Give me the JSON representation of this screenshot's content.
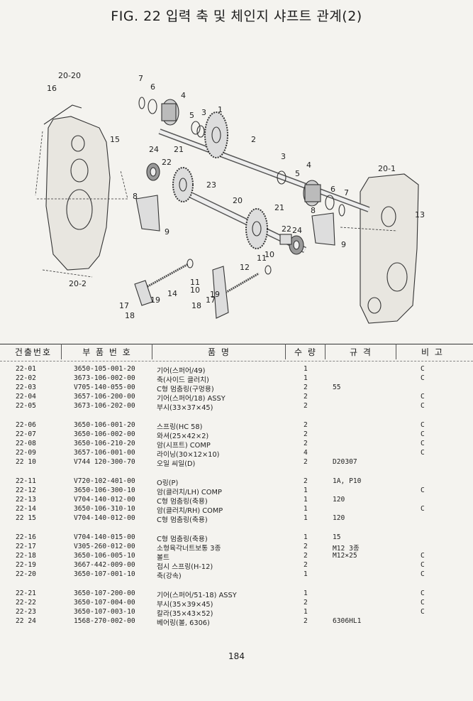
{
  "title": "FIG. 22 입력 축 및 체인지 샤프트 관계(2)",
  "diagram": {
    "callouts": [
      "20-20",
      "16",
      "7",
      "6",
      "4",
      "5",
      "3",
      "1",
      "2",
      "15",
      "24",
      "21",
      "22",
      "3",
      "4",
      "5",
      "6",
      "7",
      "20-1",
      "23",
      "8",
      "20",
      "9",
      "21",
      "22",
      "24",
      "8",
      "13",
      "9",
      "11",
      "10",
      "12",
      "11",
      "10",
      "20-2",
      "14",
      "19",
      "17",
      "18",
      "19",
      "17",
      "18"
    ]
  },
  "table": {
    "headers": [
      "건출번호",
      "부 품 번 호",
      "품 명",
      "수 량",
      "규 격",
      "비 고"
    ],
    "groups": [
      [
        {
          "no": "22-01",
          "pn": "3650-105-001-20",
          "name": "기어(스퍼어/49)",
          "qty": "1",
          "spec": "",
          "note": "C"
        },
        {
          "no": "22-02",
          "pn": "3673-106-002-00",
          "name": "축(사이드 클러치)",
          "qty": "1",
          "spec": "",
          "note": "C"
        },
        {
          "no": "22-03",
          "pn": "V705-140-055-00",
          "name": "C형 멈춤링(구멍용)",
          "qty": "2",
          "spec": "55",
          "note": ""
        },
        {
          "no": "22-04",
          "pn": "3657-106-200-00",
          "name": "기어(스퍼어/18) ASSY",
          "qty": "2",
          "spec": "",
          "note": "C"
        },
        {
          "no": "22-05",
          "pn": "3673-106-202-00",
          "name": "부시(33×37×45)",
          "qty": "2",
          "spec": "",
          "note": "C"
        }
      ],
      [
        {
          "no": "22-06",
          "pn": "3650-106-001-20",
          "name": "스프링(HC 58)",
          "qty": "2",
          "spec": "",
          "note": "C"
        },
        {
          "no": "22-07",
          "pn": "3650-106-002-00",
          "name": "와셔(25×42×2)",
          "qty": "2",
          "spec": "",
          "note": "C"
        },
        {
          "no": "22-08",
          "pn": "3650-106-210-20",
          "name": "암(시프트) COMP",
          "qty": "2",
          "spec": "",
          "note": "C"
        },
        {
          "no": "22-09",
          "pn": "3657-106-001-00",
          "name": "라이닝(30×12×10)",
          "qty": "4",
          "spec": "",
          "note": "C"
        },
        {
          "no": "22 10",
          "pn": "V744 120-300-70",
          "name": "오일 씨일(D)",
          "qty": "2",
          "spec": "D20307",
          "note": ""
        }
      ],
      [
        {
          "no": "22-11",
          "pn": "V720-102-401-00",
          "name": "O링(P)",
          "qty": "2",
          "spec": "1A, P10",
          "note": ""
        },
        {
          "no": "22-12",
          "pn": "3650-106-300-10",
          "name": "암(클러치/LH) COMP",
          "qty": "1",
          "spec": "",
          "note": "C"
        },
        {
          "no": "22-13",
          "pn": "V704-140-012-00",
          "name": "C형 멈춤링(축용)",
          "qty": "1",
          "spec": "120",
          "note": ""
        },
        {
          "no": "22-14",
          "pn": "3650-106-310-10",
          "name": "암(클러치/RH) COMP",
          "qty": "1",
          "spec": "",
          "note": "C"
        },
        {
          "no": "22 15",
          "pn": "V704-140-012-00",
          "name": "C형 멈춤링(축용)",
          "qty": "1",
          "spec": "120",
          "note": ""
        }
      ],
      [
        {
          "no": "22-16",
          "pn": "V704-140-015-00",
          "name": "C형 멈춤링(축용)",
          "qty": "1",
          "spec": "15",
          "note": ""
        },
        {
          "no": "22-17",
          "pn": "V305-260-012-00",
          "name": "소형육각너트보통 3종",
          "qty": "2",
          "spec": "M12 3종",
          "note": ""
        },
        {
          "no": "22-18",
          "pn": "3650-106-005-10",
          "name": "볼트",
          "qty": "2",
          "spec": "M12×25",
          "note": "C"
        },
        {
          "no": "22-19",
          "pn": "3667-442-009-00",
          "name": "접시 스프링(H-12)",
          "qty": "2",
          "spec": "",
          "note": "C"
        },
        {
          "no": "22-20",
          "pn": "3650-107-001-10",
          "name": "축(강속)",
          "qty": "1",
          "spec": "",
          "note": "C"
        }
      ],
      [
        {
          "no": "22-21",
          "pn": "3650-107-200-00",
          "name": "기어(스퍼어/51-18) ASSY",
          "qty": "1",
          "spec": "",
          "note": "C"
        },
        {
          "no": "22-22",
          "pn": "3650-107-004-00",
          "name": "부시(35×39×45)",
          "qty": "2",
          "spec": "",
          "note": "C"
        },
        {
          "no": "22-23",
          "pn": "3650-107-003-10",
          "name": "칼라(35×43×52)",
          "qty": "1",
          "spec": "",
          "note": "C"
        },
        {
          "no": "22 24",
          "pn": "1568-270-002-00",
          "name": "베어링(볼, 6306)",
          "qty": "2",
          "spec": "6306HL1",
          "note": ""
        }
      ]
    ]
  },
  "page_number": "184"
}
